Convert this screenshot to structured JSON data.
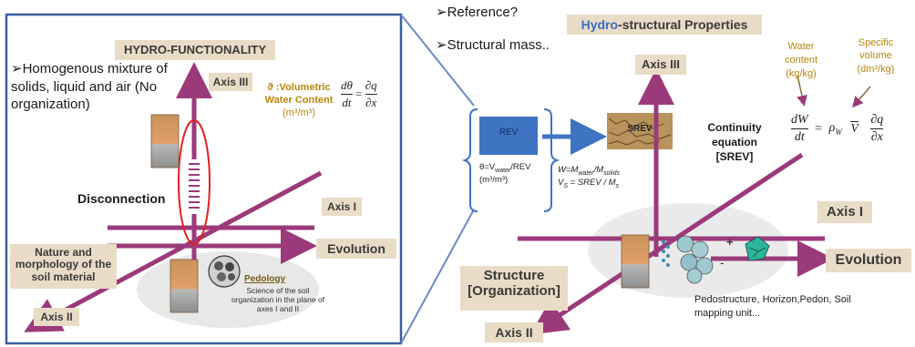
{
  "left_panel": {
    "hydro_functionality": "HYDRO-FUNCTIONALITY",
    "bullet": "➢Homogenous mixture of solids, liquid and air (No organization)",
    "axis3": "Axis III",
    "axis1": "Axis I",
    "axis2": "Axis II",
    "evolution": "Evolution",
    "disconnection": "Disconnection",
    "nature_morph": "Nature and morphology of the soil material",
    "vol_water_line1": "ϑ :Volumetric",
    "vol_water_line2": "Water Content",
    "vol_water_units": "(m³/m³)",
    "eq_left_num": "dθ",
    "eq_left_den": "dt",
    "eq_eq": "=",
    "eq_right_num": "∂q",
    "eq_right_den": "∂x",
    "pedology_title": "Pedology",
    "pedology_desc": "Science of the soil organization in the plane of axes I and II"
  },
  "middle": {
    "reference": "➢Reference?",
    "structural_mass": "➢Structural mass..",
    "rev_label": "REV",
    "srev_label": "SREV",
    "theta_eq": "θ=V_water/REV",
    "theta_units": "(m³/m³)",
    "w_eq": "W=M_water/M_solids",
    "vs_eq": "V_S = SREV / M_s"
  },
  "right_panel": {
    "hydro_structural": "Hydro-structural Properties",
    "hydro_part": "Hydro",
    "rest_part": "-structural Properties",
    "water_content_line1": "Water content",
    "water_content_line2": "(kg/kg)",
    "specific_volume_line1": "Specific",
    "specific_volume_line2": "volume",
    "specific_volume_line3": "(dm³/kg)",
    "axis3": "Axis III",
    "axis1": "Axis I",
    "axis2": "Axis II",
    "evolution": "Evolution",
    "continuity_line1": "Continuity equation",
    "continuity_line2": "[SREV]",
    "eq_dw": "dW",
    "eq_dt": "dt",
    "eq_eq": "=",
    "eq_rho": "ρ",
    "eq_rho_sub": "W",
    "eq_v": "V",
    "eq_dq": "∂q",
    "eq_dx": "∂x",
    "structure": "Structure [Organization]",
    "pedostructure": "Pedostructure, Horizon,Pedon, Soil mapping unit...",
    "dash": "-",
    "plus": "+"
  },
  "colors": {
    "axis": "#9b3a7b",
    "tag_bg": "#e9dcc6",
    "frame": "#3a5fa0",
    "rev_fill": "#3f74c2",
    "hydro_blue": "#3b6fc1",
    "orange_text": "#b8860b"
  }
}
